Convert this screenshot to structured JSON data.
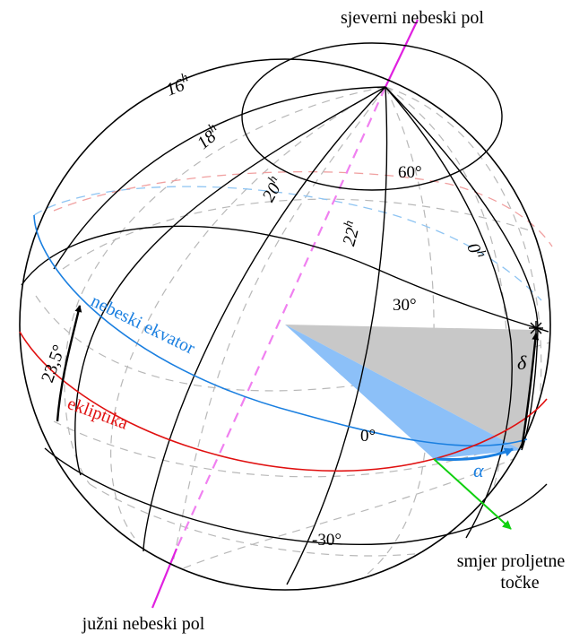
{
  "labels": {
    "north_pole": "sjeverni nebeski pol",
    "south_pole": "južni nebeski pol",
    "equator": "nebeski ekvator",
    "ecliptic": "ekliptika",
    "obliquity": "23,5°",
    "vernal_line1": "smjer proljetne",
    "vernal_line2": "točke",
    "alpha": "α",
    "delta": "δ",
    "dec_60": "60°",
    "dec_30": "30°",
    "dec_0": "0°",
    "dec_m30": "-30°",
    "ra_16": "16",
    "ra_18": "18",
    "ra_20": "20",
    "ra_22": "22",
    "ra_0": "0",
    "hour_suffix": "h"
  },
  "colors": {
    "equator": "#1a7fe0",
    "ecliptic": "#e01010",
    "axis": "#e020e0",
    "vernal_arrow": "#10d010",
    "alpha_arc": "#1a7fe0",
    "triangle_gray": "#c8c8c8",
    "triangle_blue": "#8cc0f8",
    "hidden_grid": "#b0b0b0"
  }
}
